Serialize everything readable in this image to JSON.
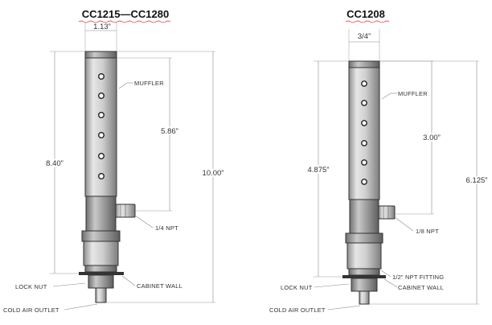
{
  "left": {
    "title": "CC1215—CC1280",
    "width_dim": "1.13”",
    "height_dim": "8.40”",
    "muffler_dim": "5.86”",
    "total_dim": "10.00”",
    "muffler_label": "MUFFLER",
    "npt_label": "1/4 NPT",
    "lock_nut_label": "LOCK NUT",
    "cabinet_wall_label": "CABINET WALL",
    "cold_air_label": "COLD AIR OUTLET"
  },
  "right": {
    "title": "CC1208",
    "width_dim": "3/4”",
    "height_dim": "4.875”",
    "muffler_dim": "3.00”",
    "total_dim": "6.125”",
    "muffler_label": "MUFFLER",
    "npt_label": "1/8 NPT",
    "fitting_label": "1/2” NPT FITTING",
    "lock_nut_label": "LOCK NUT",
    "cabinet_wall_label": "CABINET WALL",
    "cold_air_label": "COLD AIR OUTLET"
  },
  "colors": {
    "body": "#cfcfcf",
    "body_dark": "#9a9a9a",
    "stroke": "#333333",
    "accent_underline": "#dd2222"
  }
}
